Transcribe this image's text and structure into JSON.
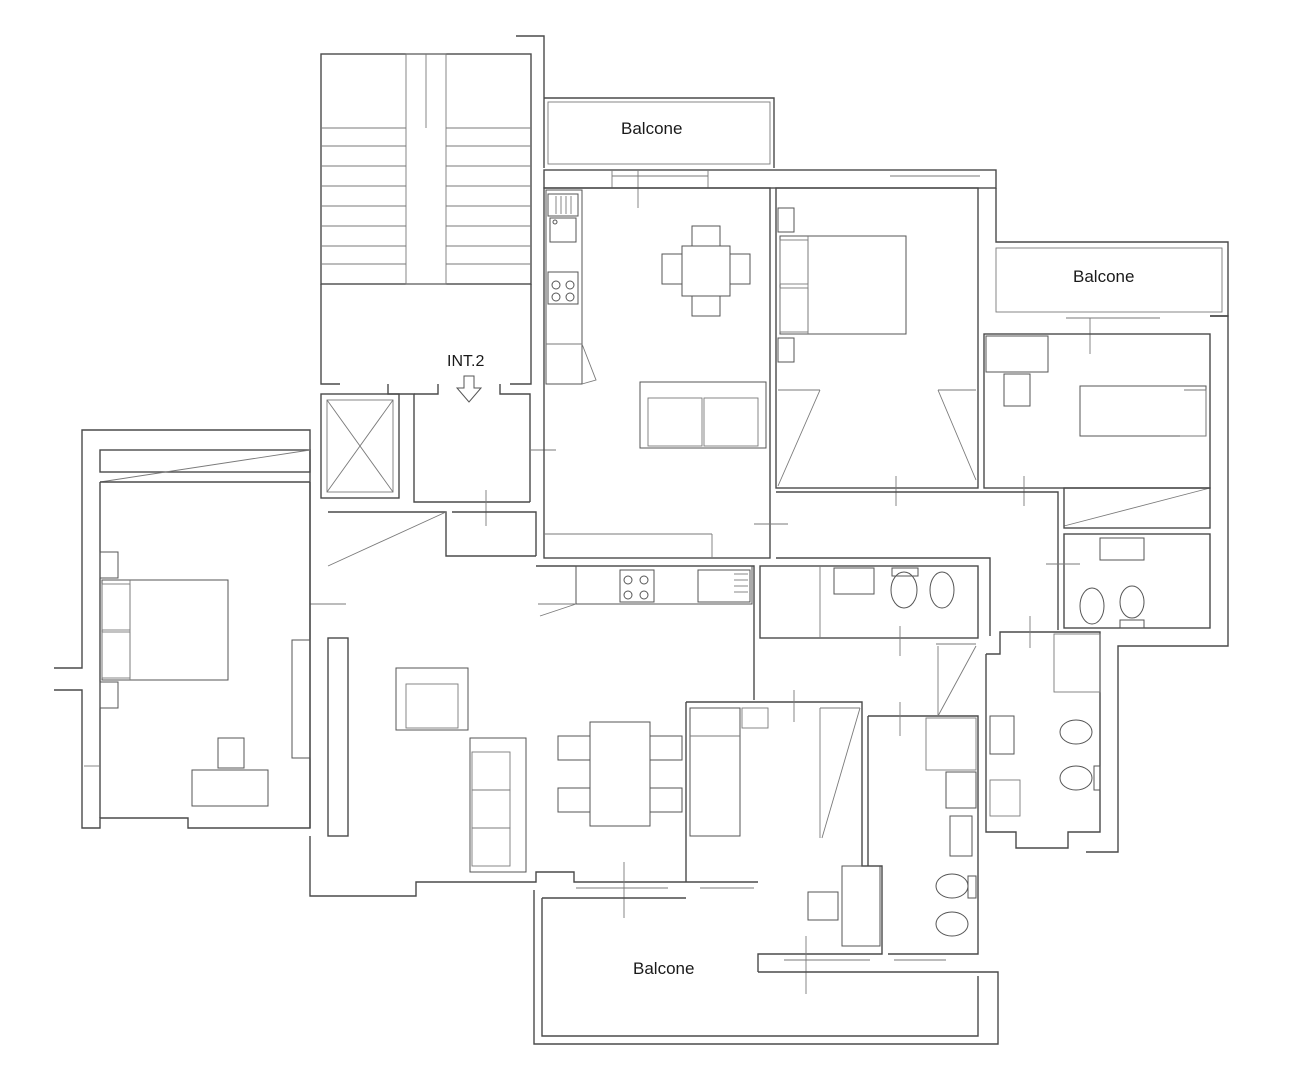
{
  "plan": {
    "labels": {
      "balcony_top": "Balcone",
      "balcony_right": "Balcone",
      "balcony_bottom": "Balcone",
      "unit_entrance": "INT.2"
    },
    "colors": {
      "line": "#4a4a4a",
      "background": "#ffffff",
      "text": "#1a1a1a"
    },
    "icons": [
      "entrance-arrow-icon",
      "elevator-shaft-icon"
    ]
  }
}
